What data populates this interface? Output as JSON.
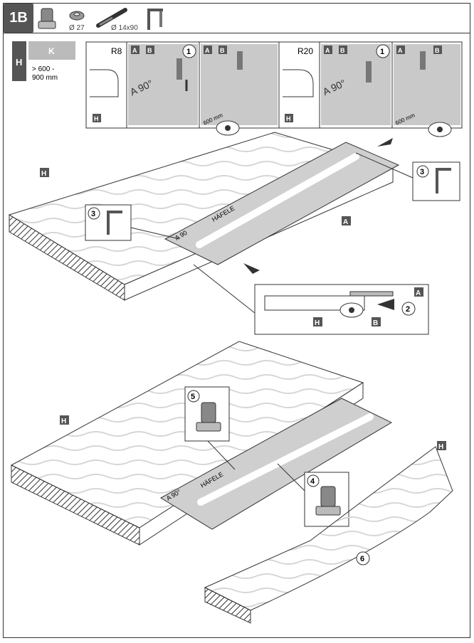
{
  "header": {
    "step_label": "1B",
    "tool_router_icon": "router-icon",
    "bushing_label": "Ø 27",
    "bit_label": "Ø 14x90",
    "clamp_icon": "clamp-icon"
  },
  "spec_box": {
    "h_label": "H",
    "k_label": "K",
    "range_label_1": "> 600 -",
    "range_label_2": "900 mm"
  },
  "detail_strip": {
    "radius_small": "R8",
    "radius_large": "R20",
    "label_a": "A",
    "label_b": "B",
    "label_h": "H",
    "step_1": "1",
    "template_text": "A 90°",
    "mm_text": "600 mm"
  },
  "upper_assembly": {
    "label_h": "H",
    "label_a": "A",
    "clamp_step": "3",
    "brand": "HÄFELE",
    "template_mark": "A 90"
  },
  "side_detail": {
    "label_a": "A",
    "label_b": "B",
    "label_h": "H",
    "step_2": "2"
  },
  "lower_assembly": {
    "label_h": "H",
    "step_4": "4",
    "step_5": "5",
    "step_6": "6",
    "brand": "HÄFELE",
    "template_mark": "A 90°"
  },
  "colors": {
    "tag_bg": "#555555",
    "template": "#cfcfcf",
    "line": "#333333"
  }
}
